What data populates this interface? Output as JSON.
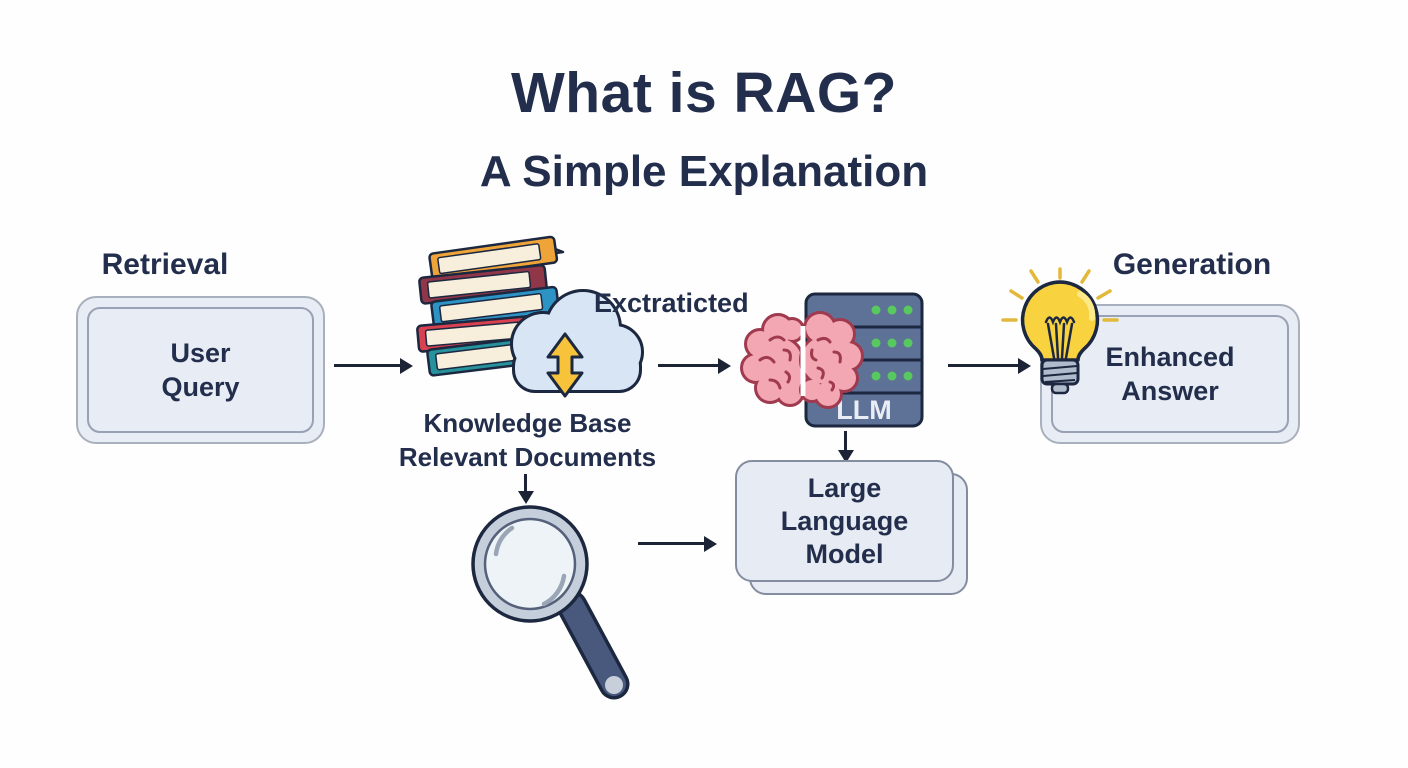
{
  "title": {
    "main": "What is RAG?",
    "subtitle": "A Simple Explanation"
  },
  "labels": {
    "retrieval": "Retrieval",
    "generation": "Generation",
    "extracted": "Exctraticted",
    "knowledge_base_line1": "Knowledge Base",
    "knowledge_base_line2": "Relevant Documents"
  },
  "nodes": {
    "user_query": {
      "lines": [
        "User",
        "Query"
      ]
    },
    "llm_server": {
      "label": "LLM"
    },
    "large_language_model": {
      "lines": [
        "Large",
        "Language",
        "Model"
      ]
    },
    "enhanced_answer": {
      "lines": [
        "Enhanced",
        "Answer"
      ]
    }
  },
  "icons": {
    "book_stack": "book-stack-icon",
    "cloud_transfer": "cloud-transfer-icon",
    "brain": "brain-icon",
    "server": "server-icon",
    "magnifier": "magnifier-icon",
    "lightbulb": "lightbulb-icon"
  },
  "colors": {
    "text_navy": "#222e4c",
    "arrow": "#1b2334",
    "box_fill": "#e8ecf4",
    "box_border": "#a9b0bd",
    "server_fill": "#5e7298",
    "dot_green": "#57c95f",
    "brain_pink": "#f3a7b2",
    "brain_outline": "#a03a4e",
    "cloud_fill": "#d8e5f4",
    "transfer_arrow_yellow": "#f6c33b",
    "bulb_yellow": "#f8d23f",
    "book_orange": "#efa43a",
    "book_maroon": "#8f3648",
    "book_blue": "#2d93c4",
    "book_red": "#d8414f",
    "book_teal": "#27929b"
  }
}
